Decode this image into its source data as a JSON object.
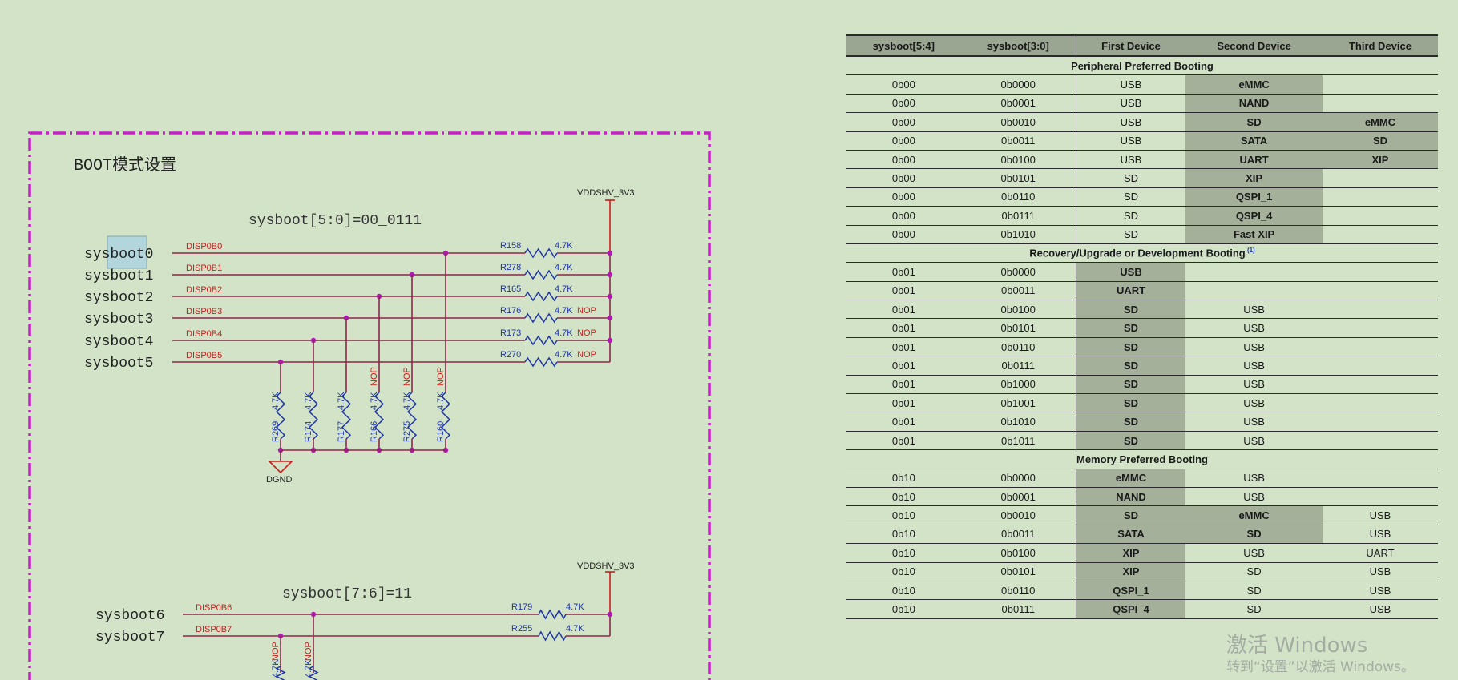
{
  "schematic": {
    "block_title": "BOOT模式设置",
    "group1_label": "sysboot[5:0]=00_0111",
    "group2_label": "sysboot[7:6]=11",
    "supply": "VDDSHV_3V3",
    "ground": "DGND",
    "rows1": [
      {
        "pin": "sysboot0",
        "net": "DISP0B0",
        "res": "R158",
        "val": "4.7K",
        "nop": ""
      },
      {
        "pin": "sysboot1",
        "net": "DISP0B1",
        "res": "R278",
        "val": "4.7K",
        "nop": ""
      },
      {
        "pin": "sysboot2",
        "net": "DISP0B2",
        "res": "R165",
        "val": "4.7K",
        "nop": ""
      },
      {
        "pin": "sysboot3",
        "net": "DISP0B3",
        "res": "R176",
        "val": "4.7K",
        "nop": "NOP"
      },
      {
        "pin": "sysboot4",
        "net": "DISP0B4",
        "res": "R173",
        "val": "4.7K",
        "nop": "NOP"
      },
      {
        "pin": "sysboot5",
        "net": "DISP0B5",
        "res": "R270",
        "val": "4.7K",
        "nop": "NOP"
      }
    ],
    "pulldowns": [
      {
        "res": "R269",
        "val": "4.7K",
        "nop": ""
      },
      {
        "res": "R174",
        "val": "4.7K",
        "nop": ""
      },
      {
        "res": "R177",
        "val": "4.7K",
        "nop": ""
      },
      {
        "res": "R166",
        "val": "4.7K",
        "nop": "NOP"
      },
      {
        "res": "R275",
        "val": "4.7K",
        "nop": "NOP"
      },
      {
        "res": "R160",
        "val": "4.7K",
        "nop": "NOP"
      }
    ],
    "rows2": [
      {
        "pin": "sysboot6",
        "net": "DISP0B6",
        "res": "R179",
        "val": "4.7K",
        "nop": ""
      },
      {
        "pin": "sysboot7",
        "net": "DISP0B7",
        "res": "R255",
        "val": "4.7K",
        "nop": ""
      }
    ],
    "pulldowns2": [
      {
        "val": "4.7K",
        "nop": "NOP"
      },
      {
        "val": "4.7K",
        "nop": "NOP"
      }
    ]
  },
  "table": {
    "headers": [
      "sysboot[5:4]",
      "sysboot[3:0]",
      "First Device",
      "Second Device",
      "Third Device"
    ],
    "sections": [
      {
        "title": "Peripheral Preferred Booting",
        "rows": [
          [
            "0b00",
            "0b0000",
            "USB",
            "eMMC",
            ""
          ],
          [
            "0b00",
            "0b0001",
            "USB",
            "NAND",
            ""
          ],
          [
            "0b00",
            "0b0010",
            "USB",
            "SD",
            "eMMC"
          ],
          [
            "0b00",
            "0b0011",
            "USB",
            "SATA",
            "SD"
          ],
          [
            "0b00",
            "0b0100",
            "USB",
            "UART",
            "XIP"
          ],
          [
            "0b00",
            "0b0101",
            "SD",
            "XIP",
            ""
          ],
          [
            "0b00",
            "0b0110",
            "SD",
            "QSPI_1",
            ""
          ],
          [
            "0b00",
            "0b0111",
            "SD",
            "QSPI_4",
            ""
          ],
          [
            "0b00",
            "0b1010",
            "SD",
            "Fast XIP",
            ""
          ]
        ]
      },
      {
        "title": "Recovery/Upgrade or Development Booting",
        "sup": "(1)",
        "rows": [
          [
            "0b01",
            "0b0000",
            "USB",
            "",
            ""
          ],
          [
            "0b01",
            "0b0011",
            "UART",
            "",
            ""
          ],
          [
            "0b01",
            "0b0100",
            "SD",
            "USB",
            ""
          ],
          [
            "0b01",
            "0b0101",
            "SD",
            "USB",
            ""
          ],
          [
            "0b01",
            "0b0110",
            "SD",
            "USB",
            ""
          ],
          [
            "0b01",
            "0b0111",
            "SD",
            "USB",
            ""
          ],
          [
            "0b01",
            "0b1000",
            "SD",
            "USB",
            ""
          ],
          [
            "0b01",
            "0b1001",
            "SD",
            "USB",
            ""
          ],
          [
            "0b01",
            "0b1010",
            "SD",
            "USB",
            ""
          ],
          [
            "0b01",
            "0b1011",
            "SD",
            "USB",
            ""
          ]
        ]
      },
      {
        "title": "Memory Preferred Booting",
        "rows": [
          [
            "0b10",
            "0b0000",
            "eMMC",
            "USB",
            ""
          ],
          [
            "0b10",
            "0b0001",
            "NAND",
            "USB",
            ""
          ],
          [
            "0b10",
            "0b0010",
            "SD",
            "eMMC",
            "USB"
          ],
          [
            "0b10",
            "0b0011",
            "SATA",
            "SD",
            "USB"
          ],
          [
            "0b10",
            "0b0100",
            "XIP",
            "USB",
            "UART"
          ],
          [
            "0b10",
            "0b0101",
            "XIP",
            "SD",
            "USB"
          ],
          [
            "0b10",
            "0b0110",
            "QSPI_1",
            "SD",
            "USB"
          ],
          [
            "0b10",
            "0b0111",
            "QSPI_4",
            "SD",
            "USB"
          ]
        ]
      }
    ]
  },
  "watermark": {
    "line1": "激活 Windows",
    "line2": "转到“设置”以激活 Windows。"
  }
}
